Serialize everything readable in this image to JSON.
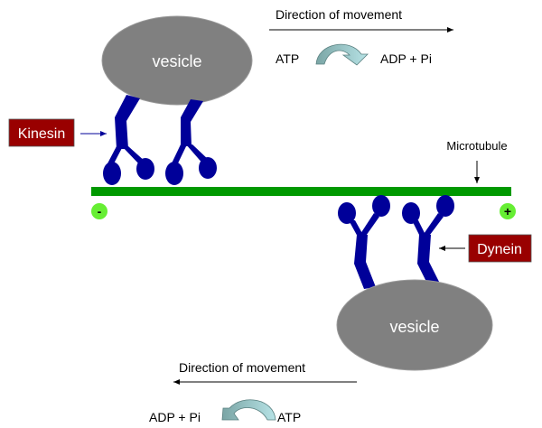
{
  "diagram": {
    "top_vesicle_label": "vesicle",
    "bottom_vesicle_label": "vesicle",
    "kinesin_label": "Kinesin",
    "dynein_label": "Dynein",
    "microtubule_label": "Microtubule",
    "minus_end": "-",
    "plus_end": "+",
    "top_direction": {
      "text": "Direction of movement",
      "arrow": "right",
      "reactant": "ATP",
      "product": "ADP + Pi"
    },
    "bottom_direction": {
      "text": "Direction of movement",
      "arrow": "left",
      "reactant": "ATP",
      "product": "ADP + Pi"
    },
    "colors": {
      "vesicle": "#808080",
      "motor": "#000099",
      "microtubule": "#009900",
      "end_marker": "#66ee33",
      "label_box": "#990000",
      "curved_arrow": "#8fbcbc"
    }
  }
}
